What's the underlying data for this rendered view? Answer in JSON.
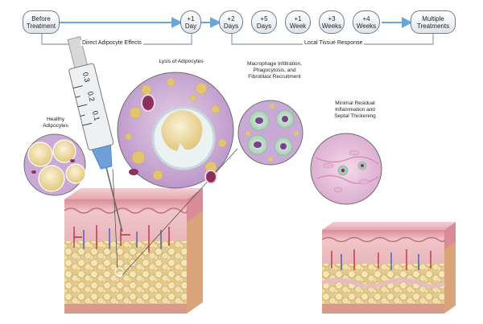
{
  "timeline": {
    "nodes": [
      {
        "id": "before",
        "label": "Before\nTreatment"
      },
      {
        "id": "day1",
        "label": "+1\nDay"
      },
      {
        "id": "day2",
        "label": "+2\nDays"
      },
      {
        "id": "day5",
        "label": "+5\nDays"
      },
      {
        "id": "week1",
        "label": "+1\nWeek"
      },
      {
        "id": "week3",
        "label": "+3\nWeeks"
      },
      {
        "id": "week4",
        "label": "+4\nWeeks"
      },
      {
        "id": "multiple",
        "label": "Multiple\nTreatments"
      }
    ],
    "brackets": {
      "direct": "Direct Adipocyte Effects",
      "local": "Local Tissue Response"
    }
  },
  "stages": {
    "healthy": "Healthy\nAdipocytes",
    "lysis": "Lysis of Adipocytes",
    "macrophage": "Macrophage Infiltration,\nPhagocytosis, and\nFibroblast Recruitment",
    "residual": "Minimal Residual\nInflammation and\nSeptal Thickening"
  },
  "syringe": {
    "markings": [
      "0.3",
      "0.2",
      "0.1"
    ]
  },
  "colors": {
    "node_border": "#6c7f92",
    "arrow": "#6aa6de",
    "epidermis": "#d98b97",
    "dermis": "#e9b7bd",
    "fat": "#e8d29a",
    "fat_cell": "#f3e4b3",
    "tissue_purple": "#c9a9d6",
    "needle": "#6f9fd8",
    "nucleus": "#8c2f5a"
  }
}
